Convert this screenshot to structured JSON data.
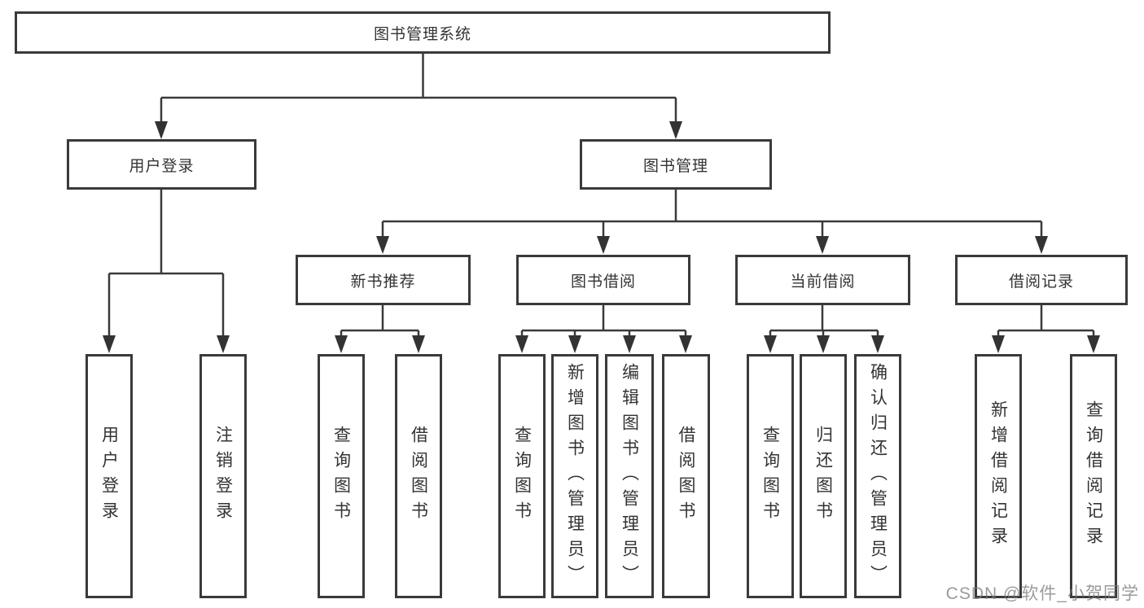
{
  "diagram": {
    "root": {
      "label": "图书管理系统"
    },
    "level2": {
      "user_login": {
        "label": "用户登录"
      },
      "book_mgmt": {
        "label": "图书管理"
      }
    },
    "level3": {
      "new_book_rec": {
        "label": "新书推荐"
      },
      "book_borrow": {
        "label": "图书借阅"
      },
      "current_borrow": {
        "label": "当前借阅"
      },
      "borrow_record": {
        "label": "借阅记录"
      }
    },
    "leaves": {
      "login_user": {
        "label": "用户登录"
      },
      "login_logout": {
        "label": "注销登录"
      },
      "rec_query": {
        "label": "查询图书"
      },
      "rec_borrow": {
        "label": "借阅图书"
      },
      "bb_query": {
        "label": "查询图书"
      },
      "bb_add": {
        "label": "新增图书（管理员）"
      },
      "bb_edit": {
        "label": "编辑图书（管理员）"
      },
      "bb_borrow": {
        "label": "借阅图书"
      },
      "cb_query": {
        "label": "查询图书"
      },
      "cb_return": {
        "label": "归还图书"
      },
      "cb_confirm": {
        "label": "确认归还（管理员）"
      },
      "br_add": {
        "label": "新增借阅记录"
      },
      "br_query": {
        "label": "查询借阅记录"
      }
    }
  },
  "watermark": {
    "text": "CSDN @软件_小贺同学"
  },
  "colors": {
    "line": "#3a3a3a",
    "text": "#333333",
    "background": "#ffffff",
    "watermark": "#787878"
  }
}
